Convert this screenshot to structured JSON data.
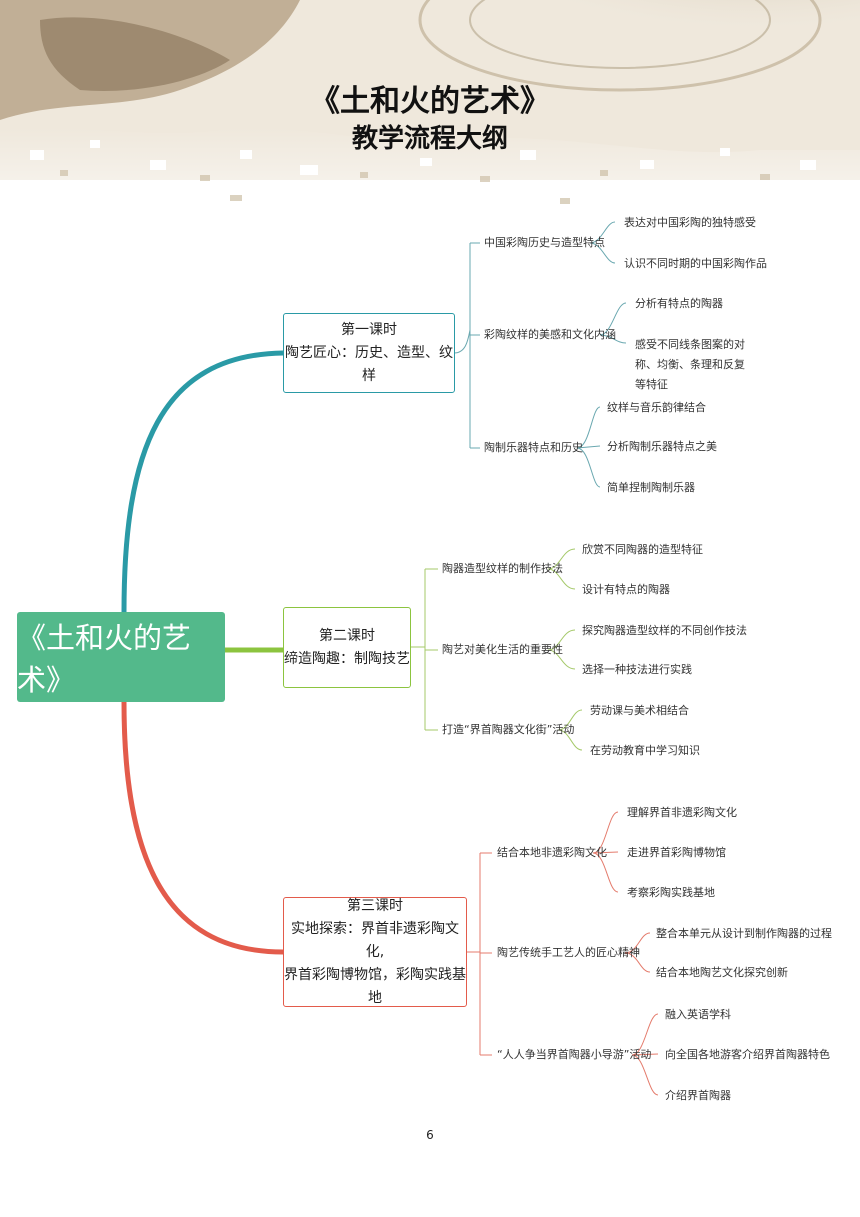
{
  "header": {
    "title": "《土和火的艺术》",
    "subtitle": "教学流程大纲"
  },
  "root": {
    "label": "《土和火的艺术》"
  },
  "lessons": [
    {
      "title": "第一课时",
      "subtitle": "陶艺匠心：历史、造型、纹样",
      "subtitle2": "",
      "color": "#2a9aa6",
      "topics": [
        {
          "label": "中国彩陶历史与造型特点",
          "leaves": [
            "表达对中国彩陶的独特感受",
            "认识不同时期的中国彩陶作品"
          ]
        },
        {
          "label": "彩陶纹样的美感和文化内涵",
          "leaves": [
            "分析有特点的陶器",
            "感受不同线条图案的对称、均衡、条理和反复等特征"
          ]
        },
        {
          "label": "陶制乐器特点和历史",
          "leaves": [
            "纹样与音乐韵律结合",
            "分析陶制乐器特点之美",
            "简单捏制陶制乐器"
          ]
        }
      ]
    },
    {
      "title": "第二课时",
      "subtitle": "缔造陶趣：制陶技艺",
      "subtitle2": "",
      "color": "#8cc43f",
      "topics": [
        {
          "label": "陶器造型纹样的制作技法",
          "leaves": [
            "欣赏不同陶器的造型特征",
            "设计有特点的陶器"
          ]
        },
        {
          "label": "陶艺对美化生活的重要性",
          "leaves": [
            "探究陶器造型纹样的不同创作技法",
            "选择一种技法进行实践"
          ]
        },
        {
          "label": "打造“界首陶器文化街”活动",
          "leaves": [
            "劳动课与美术相结合",
            "在劳动教育中学习知识"
          ]
        }
      ]
    },
    {
      "title": "第三课时",
      "subtitle": "实地探索：界首非遗彩陶文化,",
      "subtitle2": "界首彩陶博物馆，彩陶实践基地",
      "color": "#e35b4b",
      "topics": [
        {
          "label": "结合本地非遗彩陶文化",
          "leaves": [
            "理解界首非遗彩陶文化",
            "走进界首彩陶博物馆",
            "考察彩陶实践基地"
          ]
        },
        {
          "label": "陶艺传统手工艺人的匠心精神",
          "leaves": [
            "整合本单元从设计到制作陶器的过程",
            "结合本地陶艺文化探究创新"
          ]
        },
        {
          "label": "“人人争当界首陶器小导游”活动",
          "leaves": [
            "融入英语学科",
            "向全国各地游客介绍界首陶器特色",
            "介绍界首陶器"
          ]
        }
      ]
    }
  ],
  "page_number": "6"
}
